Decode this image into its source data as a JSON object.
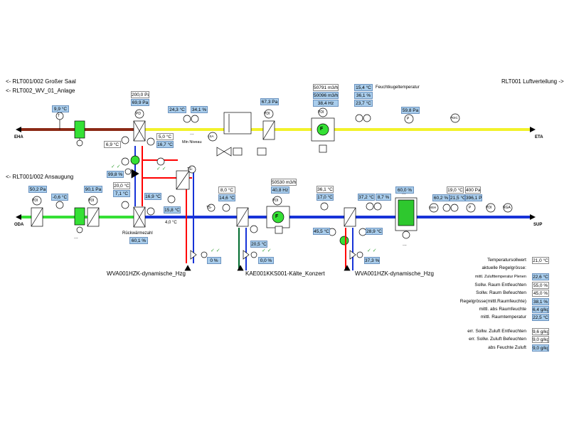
{
  "nav": {
    "top_left_1": "<- RLT001/002 Großer Saal",
    "top_left_2": "<- RLT002_WV_01_Anlage",
    "top_right": "RLT001 Luftverteilung ->",
    "mid_left": "<- RLT001/002 Ansaugung"
  },
  "ducts": {
    "eha": "EHA",
    "eta": "ETA",
    "oda": "ODA",
    "sup": "SUP",
    "colors": {
      "exhaust_left": "#8b2a16",
      "exhaust_right": "#f2f22a",
      "outdoor": "#35e035",
      "supply": "#1733d8"
    }
  },
  "exhaust": {
    "temp_eha": "9,9 °C",
    "pd_val_1": "200,0 Pa",
    "pd_val_2": "69,9 Pa",
    "temp_a": "24,3 °C",
    "hum_a": "34,1 %",
    "min_niveau": "Min Niveau",
    "temp_b": "5,0 °C",
    "temp_c": "16,7 °C",
    "temp_d": "6,9 °C",
    "filter_pd": "67,3 Pa",
    "flow": "50791 m3/h",
    "flow_set": "50096 m3/h",
    "freq": "38,4 Hz",
    "wb_temp": "15,4 °C",
    "wb_hum": "36,1 %",
    "wb_temp2": "23,7 °C",
    "wb_label": "Feuchtkugeltemperatur",
    "pressure": "59,8 Pa"
  },
  "recovery": {
    "valve": "99,8 %",
    "t1": "20,0 °C",
    "t2": "7,1 °C",
    "t3": "16,9 °C",
    "t4": "15,8 °C",
    "t5": "4,0 °C",
    "label": "Rückwärmezahl",
    "ratio": "60,1 %",
    "pump_valve": "0 %"
  },
  "supply": {
    "oda_pd": "50,2 Pa",
    "oda_temp": "-0,6 °C",
    "filter_pd": "90,1 Pa",
    "t_after_hx": "8,0 °C",
    "t_cool": "14,6 °C",
    "cool_water": "20,5 °C",
    "cool_valve": "0,0 %",
    "flow": "50530 m3/h",
    "freq": "40,8 Hz",
    "t_fan": "36,1 °C",
    "t_fan2": "17,0 °C",
    "reheat_t": "45,5 °C",
    "reheat_t2": "28,9 °C",
    "reheat_valve": "37,3 %",
    "t_hum": "37,2 °C",
    "hum_val": "8,7 %",
    "humidifier": "60,0 %",
    "sup_temp": "19,0 °C",
    "sup_pd": "400 Pa",
    "sup_h1": "60,2 %",
    "sup_t": "21,5 °C",
    "sup_p": "396,1 Pa"
  },
  "water_circuits": {
    "hzg_left": "WVA001HZK-dynamische_Hzg",
    "kalte": "KAE001KKS001-Kälte_Konzert",
    "hzg_right": "WVA001HZK-dynamische_Hzg"
  },
  "panel": {
    "rows1": [
      {
        "label": "Temperatursollwert",
        "value": "21,0 °C",
        "hl": false
      },
      {
        "label": "aktuelle Regelgrösse:",
        "value": "",
        "hl": false
      },
      {
        "label": "mittl. Zulufttemperatur Plenen",
        "value": "22,6 °C",
        "hl": true
      }
    ],
    "rows2": [
      {
        "label": "Sollw. Raum Entfeuchten",
        "value": "55,0 %",
        "hl": false
      },
      {
        "label": "Sollw. Raum Befeuchten",
        "value": "45,0 %",
        "hl": false
      },
      {
        "label": "Regelgrösse(mittl.Raumfeuchte)",
        "value": "38,1 %",
        "hl": true
      },
      {
        "label": "mittl. abs Raumfeuchte",
        "value": "6,4 g/kg",
        "hl": true
      },
      {
        "label": "mittl. Raumtemperatur",
        "value": "22,5 °C",
        "hl": true
      }
    ],
    "rows3": [
      {
        "label": "err. Sollw. Zuluft Entfeuchten",
        "value": "9,6 g/kg",
        "hl": false
      },
      {
        "label": "err. Sollw. Zuluft Befeuchten",
        "value": "9,0 g/kg",
        "hl": false
      },
      {
        "label": "abs Feuchte Zuluft",
        "value": "9,0 g/kg",
        "hl": true
      }
    ]
  },
  "icons": {
    "T": "T",
    "PDI": "PDI",
    "PD": "PD",
    "M": "M",
    "F": "F",
    "P": "P",
    "PDIC": "PDIC",
    "MSH": "MSH",
    "RGA": "RGA",
    "TS": "TS-",
    "LSA": "LSA",
    "dots": "..."
  }
}
